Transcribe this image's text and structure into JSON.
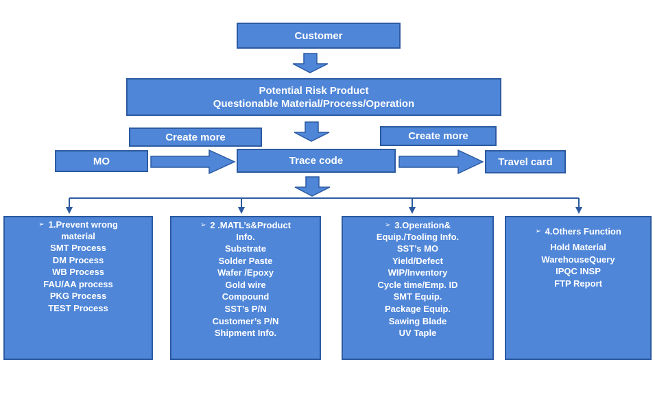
{
  "customer": "Customer",
  "risk": {
    "line1": "Potential Risk Product",
    "line2": "Questionable Material/Process/Operation"
  },
  "create_more_left": "Create more",
  "create_more_right": "Create more",
  "mo": "MO",
  "trace_code": "Trace code",
  "travel_card": "Travel card",
  "bullet_symbol": "➢",
  "columns": [
    {
      "title_line1": "1.Prevent wrong",
      "title_line2": "material",
      "items": [
        "SMT Process",
        "DM Process",
        "WB Process",
        "FAU/AA process",
        "PKG Process",
        "TEST Process"
      ]
    },
    {
      "title_line1": "2 .MATL’s&Product",
      "title_line2": "Info.",
      "items": [
        "Substrate",
        "Solder Paste",
        "Wafer /Epoxy",
        "Gold wire",
        "Compound",
        "SST’s  P/N",
        "Customer’s  P/N",
        "Shipment Info."
      ]
    },
    {
      "title_line1": "3.Operation&",
      "title_line2": "Equip./Tooling Info.",
      "items": [
        "SST’s MO",
        "Yield/Defect",
        "WIP/Inventory",
        "Cycle time/Emp. ID",
        "SMT Equip.",
        "Package Equip.",
        "Sawing Blade",
        "UV Taple"
      ]
    },
    {
      "title_line1": "4.Others Function",
      "title_line2": "",
      "items": [
        "Hold Material",
        "WarehouseQuery",
        "IPQC INSP",
        "FTP Report"
      ]
    }
  ]
}
